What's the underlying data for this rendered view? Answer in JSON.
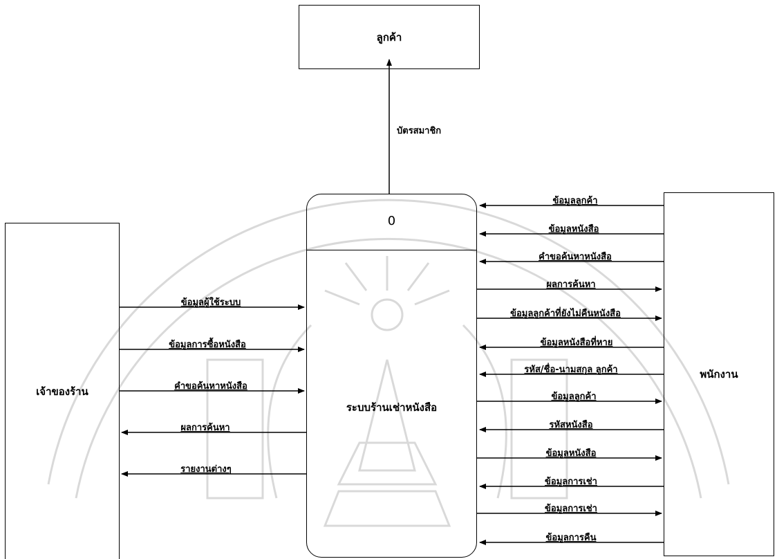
{
  "entities": {
    "customer": "ลูกค้า",
    "owner": "เจ้าของร้าน",
    "staff": "พนักงาน"
  },
  "process": {
    "id": "0",
    "name": "ระบบร้านเช่าหนังสือ"
  },
  "flows": {
    "to_customer": "บัตรสมาชิก",
    "owner": [
      "ข้อมูลผู้ใช้ระบบ",
      "ข้อมูลการซื้อหนังสือ",
      "คำขอค้นหาหนังสือ",
      "ผลการค้นหา",
      "รายงานต่างๆ"
    ],
    "staff": [
      "ข้อมูลลูกค้า",
      "ข้อมูลหนังสือ",
      "คำขอค้นหาหนังสือ",
      "ผลการค้นหา",
      "ข้อมูลลูกค้าที่ยังไม่คืนหนังสือ",
      "ข้อมูลหนังสือที่หาย",
      "รหัส/ชื่อ-นามสกุล ลูกค้า",
      "ข้อมูลลูกค้า",
      "รหัสหนังสือ",
      "ข้อมูลหนังสือ",
      "ข้อมูลการเช่า",
      "ข้อมูลการเช่า",
      "ข้อมูลการคืน"
    ]
  }
}
